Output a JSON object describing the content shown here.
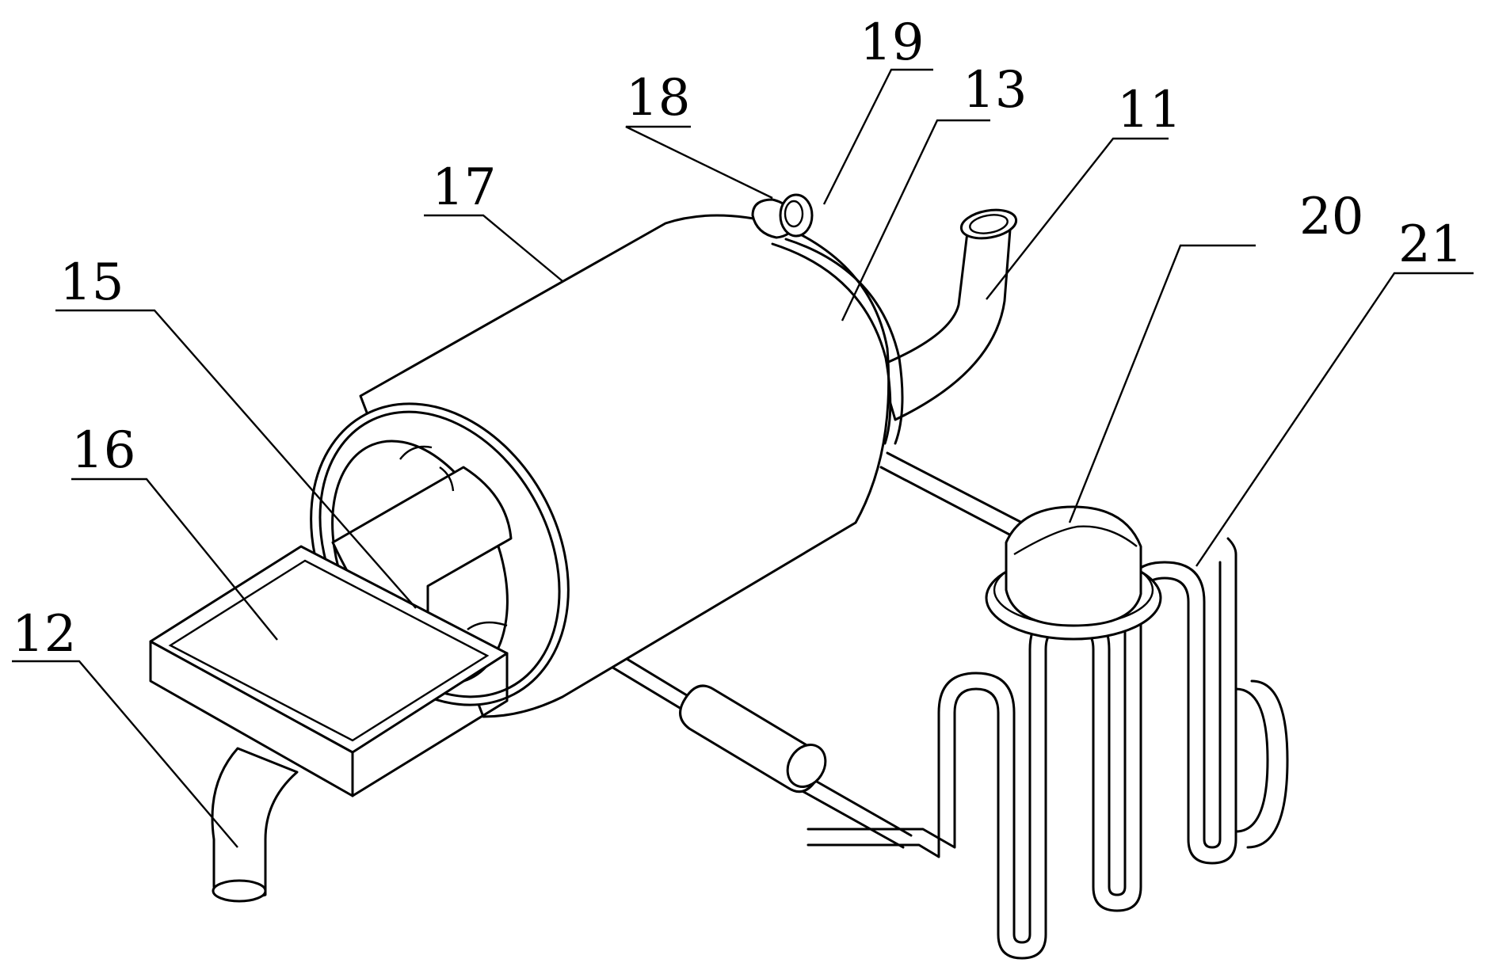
{
  "labels": {
    "l11": "11",
    "l12": "12",
    "l13": "13",
    "l15": "15",
    "l16": "16",
    "l17": "17",
    "l18": "18",
    "l19": "19",
    "l20": "20",
    "l21": "21"
  }
}
